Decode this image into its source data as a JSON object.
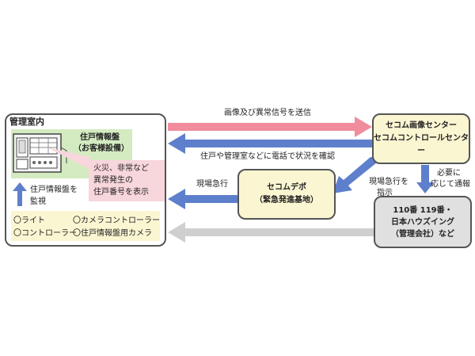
{
  "kanri": {
    "title": "管理室内",
    "panel_title_line1": "住戸情報盤",
    "panel_title_line2": "（お客様設備）",
    "alarm_line1": "火災、非常など",
    "alarm_line2": "異常発生の",
    "alarm_line3": "住戸番号を表示",
    "monitor_line1": "住戸情報盤を",
    "monitor_line2": "監視",
    "legend": {
      "item1": "〇ライト",
      "item2": "〇カメラコントローラー",
      "item3": "〇コントローラー",
      "item4": "〇住戸情報盤用カメラ"
    }
  },
  "center": {
    "line1": "セコム画像センター",
    "line2": "セコムコントロールセンター"
  },
  "depot": {
    "line1": "セコムデポ",
    "line2": "（緊急発進基地）"
  },
  "police": {
    "line1": "110番 119番・",
    "line2": "日本ハウズイング",
    "line3": "（管理会社）など"
  },
  "arrows": {
    "send_label": "画像及び異常信号を送信",
    "confirm_label": "住戸や管理室などに電話で状況を確認",
    "rush_label": "現場急行",
    "instruct_line1": "現場急行を",
    "instruct_line2": "指示",
    "notify_line1": "必要に",
    "notify_line2": "応じて通報"
  },
  "colors": {
    "pink_arrow": "#f08c9c",
    "blue_arrow": "#5e7fcc",
    "gray_arrow": "#cfcfcf",
    "cream_box": "#fbf6d2",
    "gray_box": "#e0e0e0",
    "green_panel": "#d4ebc1",
    "pink_panel": "#f7d6dc"
  }
}
